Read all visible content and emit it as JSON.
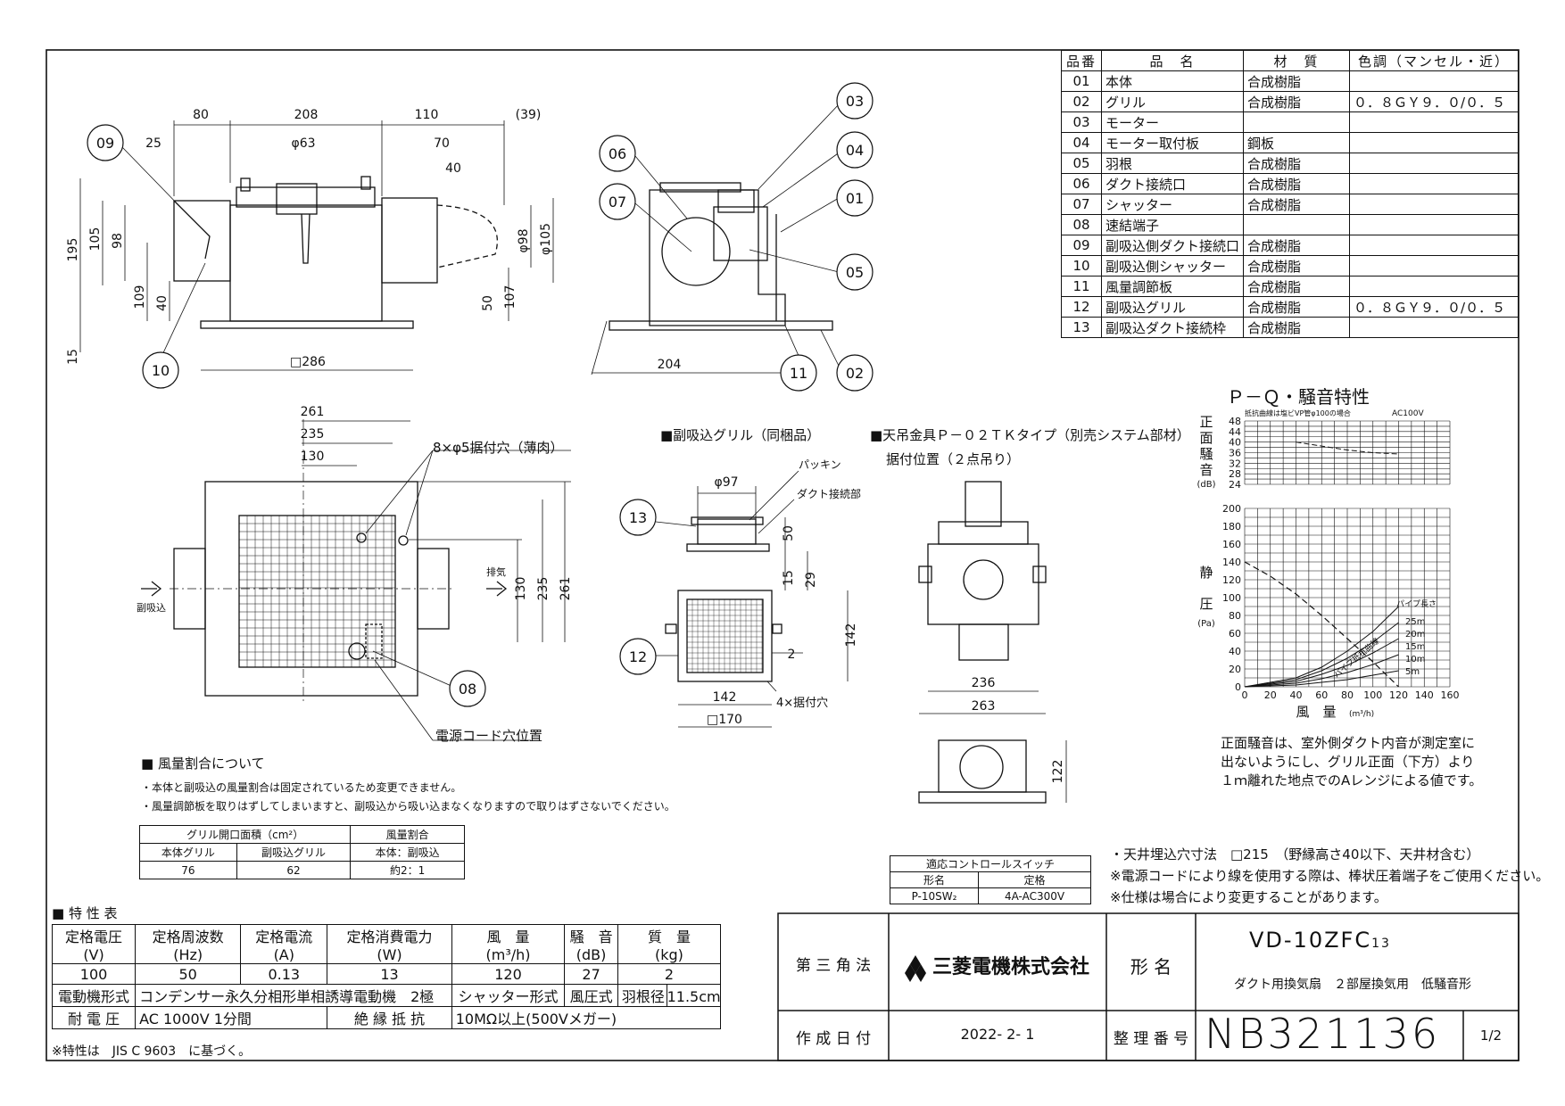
{
  "parts_table": {
    "headers": [
      "品番",
      "品　名",
      "材　質",
      "色調（マンセル・近）"
    ],
    "rows": [
      [
        "01",
        "本体",
        "合成樹脂",
        ""
      ],
      [
        "02",
        "グリル",
        "合成樹脂",
        "０．８ＧＹ９．０/０．５"
      ],
      [
        "03",
        "モーター",
        "",
        ""
      ],
      [
        "04",
        "モーター取付板",
        "鋼板",
        ""
      ],
      [
        "05",
        "羽根",
        "合成樹脂",
        ""
      ],
      [
        "06",
        "ダクト接続口",
        "合成樹脂",
        ""
      ],
      [
        "07",
        "シャッター",
        "合成樹脂",
        ""
      ],
      [
        "08",
        "速結端子",
        "",
        ""
      ],
      [
        "09",
        "副吸込側ダクト接続口",
        "合成樹脂",
        ""
      ],
      [
        "10",
        "副吸込側シャッター",
        "合成樹脂",
        ""
      ],
      [
        "11",
        "風量調節板",
        "合成樹脂",
        ""
      ],
      [
        "12",
        "副吸込グリル",
        "合成樹脂",
        "０．８ＧＹ９．０/０．５"
      ],
      [
        "13",
        "副吸込ダクト接続枠",
        "合成樹脂",
        ""
      ]
    ]
  },
  "balloons": {
    "b01": "01",
    "b02": "02",
    "b03": "03",
    "b04": "04",
    "b05": "05",
    "b06": "06",
    "b07": "07",
    "b08": "08",
    "b09": "09",
    "b10": "10",
    "b11": "11",
    "b12": "12",
    "b13": "13"
  },
  "dims": {
    "d80": "80",
    "d208": "208",
    "d110": "110",
    "d39": "(39)",
    "d25": "25",
    "d63": "φ63",
    "d70": "70",
    "d40": "40",
    "d195": "195",
    "d105": "105",
    "d98": "98",
    "d109": "109",
    "d40b": "40",
    "d15": "15",
    "d286": "□286",
    "d98r": "φ98",
    "d105r": "φ105",
    "d50": "50",
    "d107": "107",
    "d204": "204",
    "d261": "261",
    "d235": "235",
    "d130": "130",
    "d130v": "130",
    "d235v": "235",
    "d261v": "261",
    "d97": "φ97",
    "d50g": "50",
    "d15g": "15",
    "d29": "29",
    "d142v": "142",
    "d2": "2",
    "d142": "142",
    "d170": "□170",
    "d236": "236",
    "d263": "263",
    "d122": "122"
  },
  "labels": {
    "mount_holes": "8×φ5据付穴（薄肉）",
    "exhaust": "排気",
    "sub_intake": "副吸込",
    "cord_hole": "電源コード穴位置",
    "sub_grille_title": "■副吸込グリル（同梱品）",
    "packing": "パッキン",
    "duct_joint": "ダクト接続部",
    "holes4": "4×据付穴",
    "hanger_title": "■天吊金具Ｐ－０２ＴＫタイプ（別売システム部材）",
    "hanger_sub": "据付位置（２点吊り）"
  },
  "pq_chart": {
    "title": "Ｐ－Ｑ・騒音特性",
    "note_top": "抵抗曲線は塩ビVP管φ100の場合",
    "voltage": "AC100V",
    "noise_axis_label": [
      "正",
      "面",
      "騒",
      "音"
    ],
    "noise_unit": "(dB)",
    "pressure_axis_label": [
      "静",
      "圧"
    ],
    "pressure_unit": "(Pa)",
    "x_label": "風　量",
    "x_unit": "(m³/h)",
    "pipe_length_label": "パイプ長さ",
    "resist_label": "パイプ抵抗曲線",
    "pipe_lengths": [
      "25m",
      "20m",
      "15m",
      "10m",
      "5m"
    ]
  },
  "chart_data": [
    {
      "type": "line",
      "title": "Ｐ－Ｑ・騒音特性",
      "xlabel": "風　量",
      "ylabel": "正面騒音",
      "xlim": [
        0,
        160
      ],
      "ylim": [
        24,
        48
      ],
      "yticks": [
        24,
        28,
        32,
        36,
        40,
        44,
        48
      ],
      "series": [
        {
          "x": [
            40,
            60,
            80,
            100,
            120
          ],
          "values": [
            40,
            38.5,
            37,
            36,
            35.5
          ]
        }
      ]
    },
    {
      "type": "line",
      "xlabel": "風　量",
      "ylabel": "静圧",
      "xlim": [
        0,
        160
      ],
      "ylim": [
        0,
        200
      ],
      "xticks": [
        0,
        20,
        40,
        60,
        80,
        100,
        120,
        140,
        160
      ],
      "yticks": [
        0,
        20,
        40,
        60,
        80,
        100,
        120,
        140,
        160,
        180,
        200
      ],
      "series": [
        {
          "x": [
            0,
            20,
            40,
            60,
            80,
            100,
            120
          ],
          "values": [
            140,
            124,
            104,
            80,
            54,
            28,
            0
          ]
        },
        {
          "name": "25m",
          "x": [
            0,
            40,
            60,
            80,
            100,
            120
          ],
          "values": [
            0,
            10,
            22,
            40,
            62,
            90
          ]
        },
        {
          "name": "20m",
          "x": [
            0,
            40,
            60,
            80,
            100,
            120
          ],
          "values": [
            0,
            8,
            18,
            32,
            50,
            72
          ]
        },
        {
          "name": "15m",
          "x": [
            0,
            40,
            60,
            80,
            100,
            120
          ],
          "values": [
            0,
            6,
            14,
            24,
            38,
            54
          ]
        },
        {
          "name": "10m",
          "x": [
            0,
            40,
            60,
            80,
            100,
            120
          ],
          "values": [
            0,
            4,
            9,
            16,
            25,
            36
          ]
        },
        {
          "name": "5m",
          "x": [
            0,
            40,
            60,
            80,
            100,
            120
          ],
          "values": [
            0,
            2,
            5,
            8,
            13,
            18
          ]
        }
      ]
    }
  ],
  "airflow_note": {
    "heading": "■ 風量割合について",
    "line1": "・本体と副吸込の風量割合は固定されているため変更できません。",
    "line2": "・風量調節板を取りはずしてしまいますと、副吸込から吸い込まなくなりますので取りはずさないでください。"
  },
  "ratio_table": {
    "h1": "グリル開口面積（cm²）",
    "h2": "風量割合",
    "s1": "本体グリル",
    "s2": "副吸込グリル",
    "s3": "本体：副吸込",
    "v1": "76",
    "v2": "62",
    "v3": "約2：1"
  },
  "noise_note": {
    "l1": "正面騒音は、室外側ダクト内音が測定室に",
    "l2": "出ないようにし、グリル正面（下方）より",
    "l3": "１ｍ離れた地点でのAレンジによる値です。"
  },
  "ctrl_switch": {
    "title": "適応コントロールスイッチ",
    "h1": "形名",
    "h2": "定格",
    "v1": "P-10SW₂",
    "v2": "4A-AC300V"
  },
  "install_notes": {
    "n1": "・天井埋込穴寸法　□215　（野縁高さ40以下、天井材含む）",
    "n2": "※電源コードにより線を使用する際は、棒状圧着端子をご使用ください。",
    "n3": "※仕様は場合により変更することがあります。"
  },
  "spec_table": {
    "heading": "■ 特 性 表",
    "headers": [
      [
        "定格電圧",
        "(V)"
      ],
      [
        "定格周波数",
        "(Hz)"
      ],
      [
        "定格電流",
        "(A)"
      ],
      [
        "定格消費電力",
        "(W)"
      ],
      [
        "風　量",
        "(m³/h)"
      ],
      [
        "騒　音",
        "(dB)"
      ],
      [
        "質　量",
        "(kg)"
      ]
    ],
    "values": [
      "100",
      "50",
      "0.13",
      "13",
      "120",
      "27",
      "2"
    ],
    "motor_label": "電動機形式",
    "motor_value": "コンデンサー永久分相形単相誘導電動機　2極",
    "shutter_label": "シャッター形式",
    "shutter_value": "風圧式",
    "blade_label": "羽根径",
    "blade_value": "11.5cm",
    "withstand_label": "耐 電 圧",
    "withstand_value": "AC 1000V 1分間",
    "insul_label": "絶 縁 抵 抗",
    "insul_value": "10MΩ以上(500Vメガー)",
    "footnote": "※特性は　JIS C 9603　に基づく。"
  },
  "title_block": {
    "projection": "第 三 角 法",
    "company": "三菱電機株式会社",
    "model_label": "形 名",
    "model": "VD-10ZFC",
    "model_sub": "13",
    "description": "ダクト用換気扇　２部屋換気用　低騒音形",
    "date_label": "作 成 日 付",
    "date": "2022- 2- 1",
    "number_label": "整 理 番 号",
    "number": "NB321136",
    "sheet": "1/2"
  }
}
